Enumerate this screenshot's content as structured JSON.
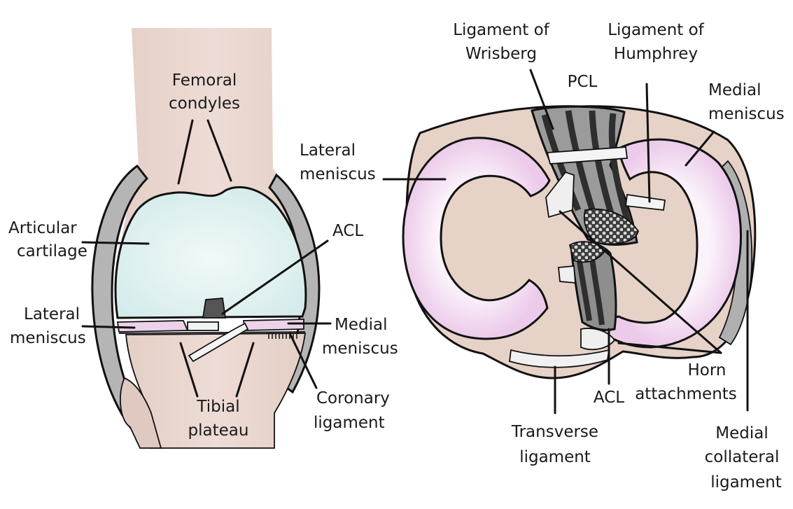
{
  "front_view": {
    "labels": {
      "femoral_condyles": [
        "Femoral",
        "condyles"
      ],
      "articular_cartilage": [
        "Articular",
        "cartilage"
      ],
      "acl": "ACL",
      "lateral_meniscus": [
        "Lateral",
        "meniscus"
      ],
      "medial_meniscus": [
        "Medial",
        "meniscus"
      ],
      "tibial_plateau": [
        "Tibial",
        "plateau"
      ],
      "coronary_ligament": [
        "Coronary",
        "ligament"
      ]
    }
  },
  "top_view": {
    "labels": {
      "ligament_of_wrisberg": [
        "Ligament of",
        "Wrisberg"
      ],
      "pcl": "PCL",
      "ligament_of_humphrey": [
        "Ligament of",
        "Humphrey"
      ],
      "medial_meniscus": [
        "Medial",
        "meniscus"
      ],
      "lateral_meniscus": [
        "Lateral",
        "meniscus"
      ],
      "acl": "ACL",
      "horn_attachments": [
        "Horn",
        "attachments"
      ],
      "transverse_ligament": [
        "Transverse",
        "ligament"
      ],
      "medial_collateral_ligament": [
        "Medial",
        "collateral",
        "ligament"
      ]
    }
  },
  "colors": {
    "bone": "#e8d6cf",
    "cartilage": "#e2f1f1",
    "meniscus": "#f2dcf0",
    "ligament_dark": "#5a5a5a",
    "ligament_light": "#b9b9b9",
    "capsule_gray": "#a9a9a9",
    "outline": "#111111"
  }
}
